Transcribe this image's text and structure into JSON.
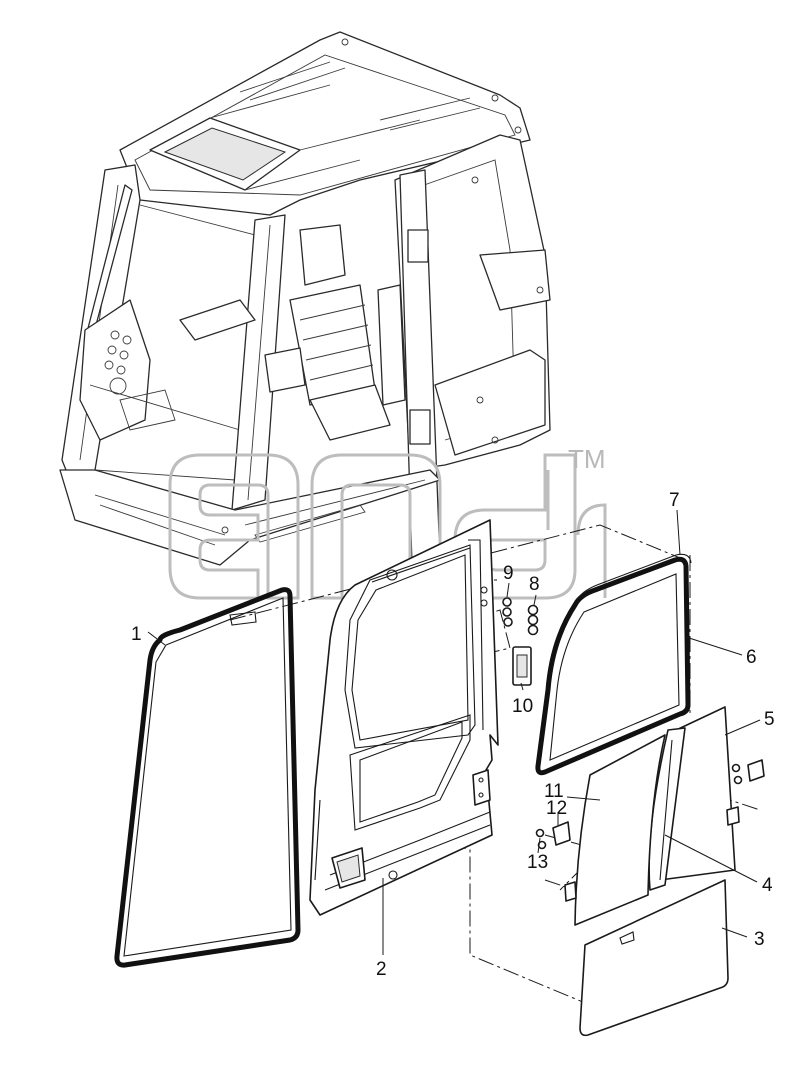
{
  "watermark": {
    "mark": "TM"
  },
  "callouts": [
    {
      "id": "1",
      "label": "1"
    },
    {
      "id": "2",
      "label": "2"
    },
    {
      "id": "3",
      "label": "3"
    },
    {
      "id": "4",
      "label": "4"
    },
    {
      "id": "5",
      "label": "5"
    },
    {
      "id": "6",
      "label": "6"
    },
    {
      "id": "7",
      "label": "7"
    },
    {
      "id": "8",
      "label": "8"
    },
    {
      "id": "9",
      "label": "9"
    },
    {
      "id": "10",
      "label": "10"
    },
    {
      "id": "11",
      "label": "11"
    },
    {
      "id": "12",
      "label": "12"
    },
    {
      "id": "13",
      "label": "13"
    }
  ]
}
